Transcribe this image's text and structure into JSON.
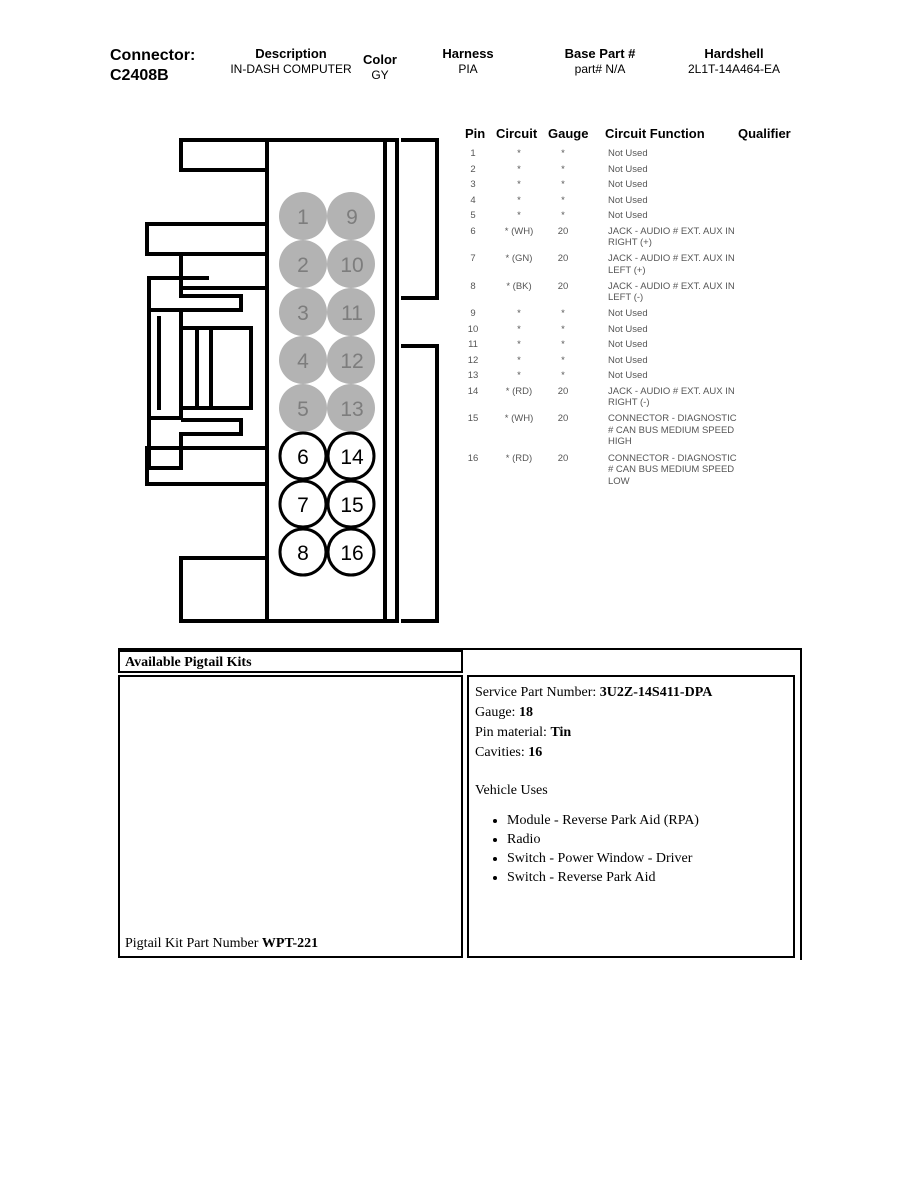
{
  "header": {
    "connector": {
      "label": "Connector:",
      "value": "C2408B"
    },
    "description": {
      "label": "Description",
      "value": "IN-DASH COMPUTER"
    },
    "color": {
      "label": "Color",
      "value": "GY"
    },
    "harness": {
      "label": "Harness",
      "value": "PIA"
    },
    "base_part": {
      "label": "Base Part #",
      "value": "part# N/A"
    },
    "hardshell": {
      "label": "Hardshell",
      "value": "2L1T-14A464-EA"
    }
  },
  "diagram": {
    "grey_color": "#b3b3b3",
    "grey_text_color": "#7d7d7d",
    "outline_color": "#000000",
    "pins": [
      {
        "num": "1",
        "state": "unused"
      },
      {
        "num": "2",
        "state": "unused"
      },
      {
        "num": "3",
        "state": "unused"
      },
      {
        "num": "4",
        "state": "unused"
      },
      {
        "num": "5",
        "state": "unused"
      },
      {
        "num": "6",
        "state": "active"
      },
      {
        "num": "7",
        "state": "active"
      },
      {
        "num": "8",
        "state": "active"
      },
      {
        "num": "9",
        "state": "unused"
      },
      {
        "num": "10",
        "state": "unused"
      },
      {
        "num": "11",
        "state": "unused"
      },
      {
        "num": "12",
        "state": "unused"
      },
      {
        "num": "13",
        "state": "unused"
      },
      {
        "num": "14",
        "state": "active"
      },
      {
        "num": "15",
        "state": "active"
      },
      {
        "num": "16",
        "state": "active"
      }
    ]
  },
  "pin_table": {
    "columns": [
      "Pin",
      "Circuit",
      "Gauge",
      "Circuit Function",
      "Qualifier"
    ],
    "rows": [
      {
        "pin": "1",
        "circuit": "*",
        "gauge": "*",
        "function": "Not Used",
        "qualifier": ""
      },
      {
        "pin": "2",
        "circuit": "*",
        "gauge": "*",
        "function": "Not Used",
        "qualifier": ""
      },
      {
        "pin": "3",
        "circuit": "*",
        "gauge": "*",
        "function": "Not Used",
        "qualifier": ""
      },
      {
        "pin": "4",
        "circuit": "*",
        "gauge": "*",
        "function": "Not Used",
        "qualifier": ""
      },
      {
        "pin": "5",
        "circuit": "*",
        "gauge": "*",
        "function": "Not Used",
        "qualifier": ""
      },
      {
        "pin": "6",
        "circuit": "* (WH)",
        "gauge": "20",
        "function": "JACK - AUDIO # EXT. AUX IN RIGHT (+)",
        "qualifier": ""
      },
      {
        "pin": "7",
        "circuit": "* (GN)",
        "gauge": "20",
        "function": "JACK - AUDIO # EXT. AUX IN LEFT (+)",
        "qualifier": ""
      },
      {
        "pin": "8",
        "circuit": "* (BK)",
        "gauge": "20",
        "function": "JACK - AUDIO # EXT. AUX IN LEFT (-)",
        "qualifier": ""
      },
      {
        "pin": "9",
        "circuit": "*",
        "gauge": "*",
        "function": "Not Used",
        "qualifier": ""
      },
      {
        "pin": "10",
        "circuit": "*",
        "gauge": "*",
        "function": "Not Used",
        "qualifier": ""
      },
      {
        "pin": "11",
        "circuit": "*",
        "gauge": "*",
        "function": "Not Used",
        "qualifier": ""
      },
      {
        "pin": "12",
        "circuit": "*",
        "gauge": "*",
        "function": "Not Used",
        "qualifier": ""
      },
      {
        "pin": "13",
        "circuit": "*",
        "gauge": "*",
        "function": "Not Used",
        "qualifier": ""
      },
      {
        "pin": "14",
        "circuit": "* (RD)",
        "gauge": "20",
        "function": "JACK - AUDIO # EXT. AUX IN RIGHT (-)",
        "qualifier": ""
      },
      {
        "pin": "15",
        "circuit": "* (WH)",
        "gauge": "20",
        "function": "CONNECTOR - DIAGNOSTIC # CAN BUS MEDIUM SPEED HIGH",
        "qualifier": ""
      },
      {
        "pin": "16",
        "circuit": "* (RD)",
        "gauge": "20",
        "function": "CONNECTOR - DIAGNOSTIC # CAN BUS MEDIUM SPEED LOW",
        "qualifier": ""
      }
    ]
  },
  "pigtail": {
    "title": "Available Pigtail Kits",
    "kit_part_number_label": "Pigtail Kit Part Number",
    "kit_part_number_value": "WPT-221",
    "service_part_number_label": "Service Part Number:",
    "service_part_number_value": "3U2Z-14S411-DPA",
    "gauge_label": "Gauge:",
    "gauge_value": "18",
    "pin_material_label": "Pin material:",
    "pin_material_value": "Tin",
    "cavities_label": "Cavities:",
    "cavities_value": "16",
    "vehicle_uses_title": "Vehicle Uses",
    "vehicle_uses": [
      "Module - Reverse Park Aid (RPA)",
      "Radio",
      "Switch - Power Window - Driver",
      "Switch - Reverse Park Aid"
    ]
  }
}
